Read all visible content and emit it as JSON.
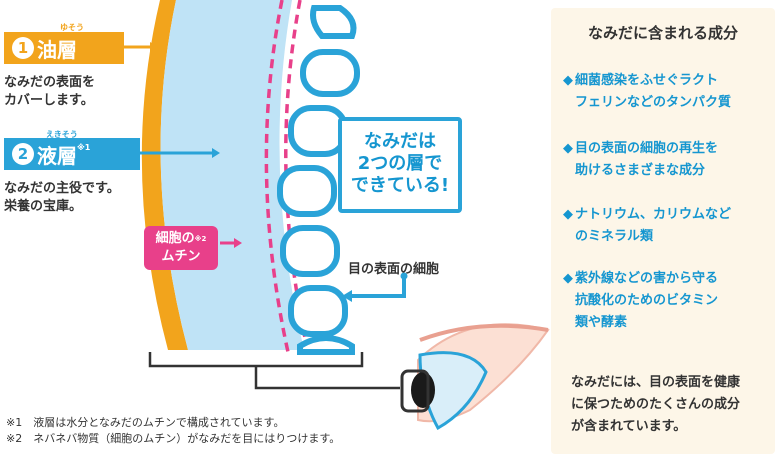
{
  "labels": {
    "oil_layer": {
      "number": "1",
      "name": "油層",
      "ruby": "ゆそう",
      "desc_lines": [
        "なみだの表面を",
        "カバーします。"
      ]
    },
    "water_layer": {
      "number": "2",
      "name": "液層",
      "ruby": "えきそう",
      "note": "※1",
      "desc_lines": [
        "なみだの主役です。",
        "栄養の宝庫。"
      ]
    },
    "mucin": {
      "lines": [
        "細胞の",
        "ムチン"
      ],
      "note": "※2"
    },
    "layers_box_lines": [
      "なみだは",
      "2つの層で",
      "できている!"
    ],
    "cell_surface": "目の表面の細胞"
  },
  "footnotes": [
    "※1　液層は水分となみだのムチンで構成されています。",
    "※2　ネバネバ物質（細胞のムチン）がなみだを目にはりつけます。"
  ],
  "side_panel": {
    "title": "なみだに含まれる成分",
    "bullet": "◆",
    "items": [
      {
        "lines": [
          "細菌感染をふせぐラクト",
          "フェリンなどのタンパク質"
        ]
      },
      {
        "lines": [
          "目の表面の細胞の再生を",
          "助けるさまざまな成分"
        ]
      },
      {
        "lines": [
          "ナトリウム、カリウムなど",
          "のミネラル類"
        ]
      },
      {
        "lines": [
          "紫外線などの害から守る",
          "抗酸化のためのビタミン",
          "類や酵素"
        ]
      }
    ],
    "summary_lines": [
      "なみだには、目の表面を健康",
      "に保つためのたくさんの成分",
      "が含まれています。"
    ]
  },
  "colors": {
    "oil": "#f2a41c",
    "water_fill": "#bfe3f6",
    "blue": "#2aa3d8",
    "text_blue": "#1596d0",
    "pink": "#e8408a",
    "panel_bg": "#fdf6e8"
  }
}
